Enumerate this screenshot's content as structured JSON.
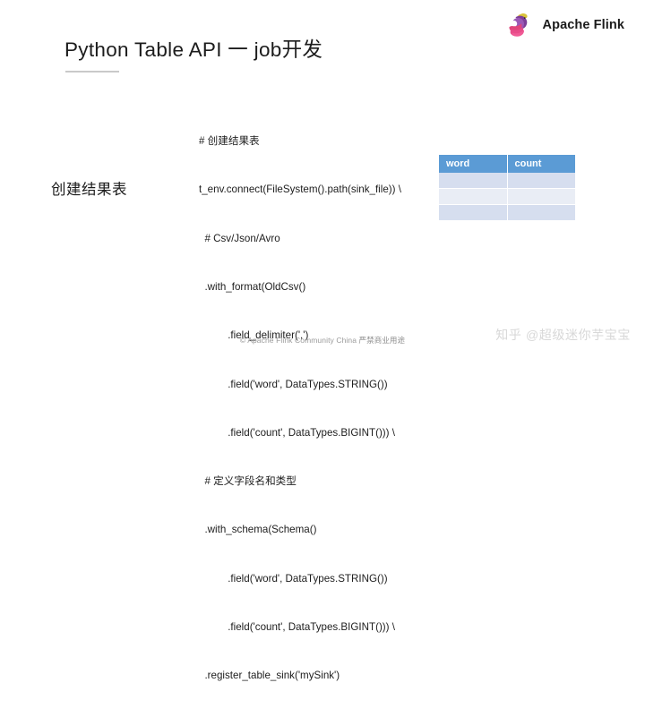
{
  "brand": {
    "logo_icon": "flink-squirrel-logo",
    "name": "Apache Flink"
  },
  "slide": {
    "title": "Python Table API 一 job开发",
    "section_caption": "创建结果表"
  },
  "code": {
    "lines": [
      "# 创建结果表",
      "t_env.connect(FileSystem().path(sink_file)) \\",
      "  # Csv/Json/Avro",
      "  .with_format(OldCsv()",
      "          .field_delimiter(',')",
      "          .field('word', DataTypes.STRING())",
      "          .field('count', DataTypes.BIGINT())) \\",
      "  # 定义字段名和类型",
      "  .with_schema(Schema()",
      "          .field('word', DataTypes.STRING())",
      "          .field('count', DataTypes.BIGINT())) \\",
      "  .register_table_sink('mySink')"
    ]
  },
  "result_table": {
    "columns": [
      "word",
      "count"
    ],
    "rows": [
      [
        "",
        ""
      ],
      [
        "",
        ""
      ],
      [
        "",
        ""
      ]
    ],
    "header_color": "#5b9bd5",
    "row_odd_color": "#d6deef",
    "row_even_color": "#e9edf5"
  },
  "footer": {
    "copyright": "© Apache Flink Community China",
    "notice": "严禁商业用途"
  },
  "watermark": {
    "text": "知乎 @超级迷你芋宝宝"
  }
}
